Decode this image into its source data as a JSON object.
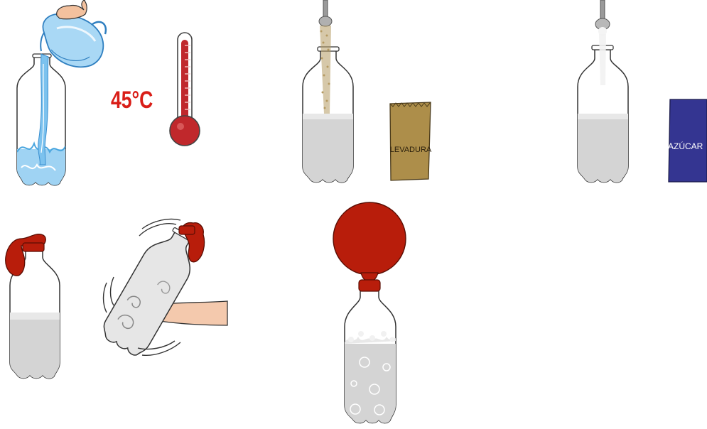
{
  "temperature": {
    "label": "45°C"
  },
  "yeast_bag": {
    "label": "LEVADURA"
  },
  "sugar_bag": {
    "label": "AZÚCAR"
  },
  "colors": {
    "balloon": "#b81d0b",
    "thermometer": "#c0282c",
    "temperature_text": "#d91e18",
    "yeast_bag": "#ad8e4a",
    "sugar_bag": "#343591",
    "water": "#9fd3f3",
    "liquid": "#d4d4d4"
  }
}
